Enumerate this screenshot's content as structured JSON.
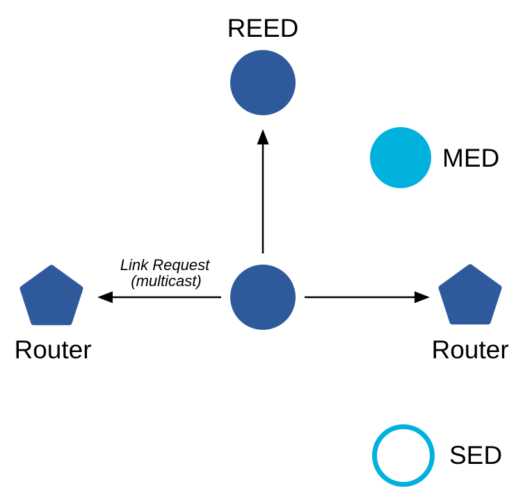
{
  "diagram": {
    "colors": {
      "ftd_blue": "#2E5A9C",
      "mtd_cyan": "#00B1DE",
      "arrow_black": "#000000",
      "text_black": "#000000",
      "sed_fill": "#ffffff"
    },
    "nodes": {
      "reed": {
        "label": "REED",
        "type": "filled-circle"
      },
      "med": {
        "label": "MED",
        "type": "filled-circle"
      },
      "sed": {
        "label": "SED",
        "type": "outlined-circle"
      },
      "router_left": {
        "label": "Router",
        "type": "pentagon"
      },
      "router_right": {
        "label": "Router",
        "type": "pentagon"
      },
      "center_device": {
        "label": "",
        "type": "filled-circle"
      }
    },
    "annotation": {
      "line1": "Link Request",
      "line2": "(multicast)"
    }
  }
}
